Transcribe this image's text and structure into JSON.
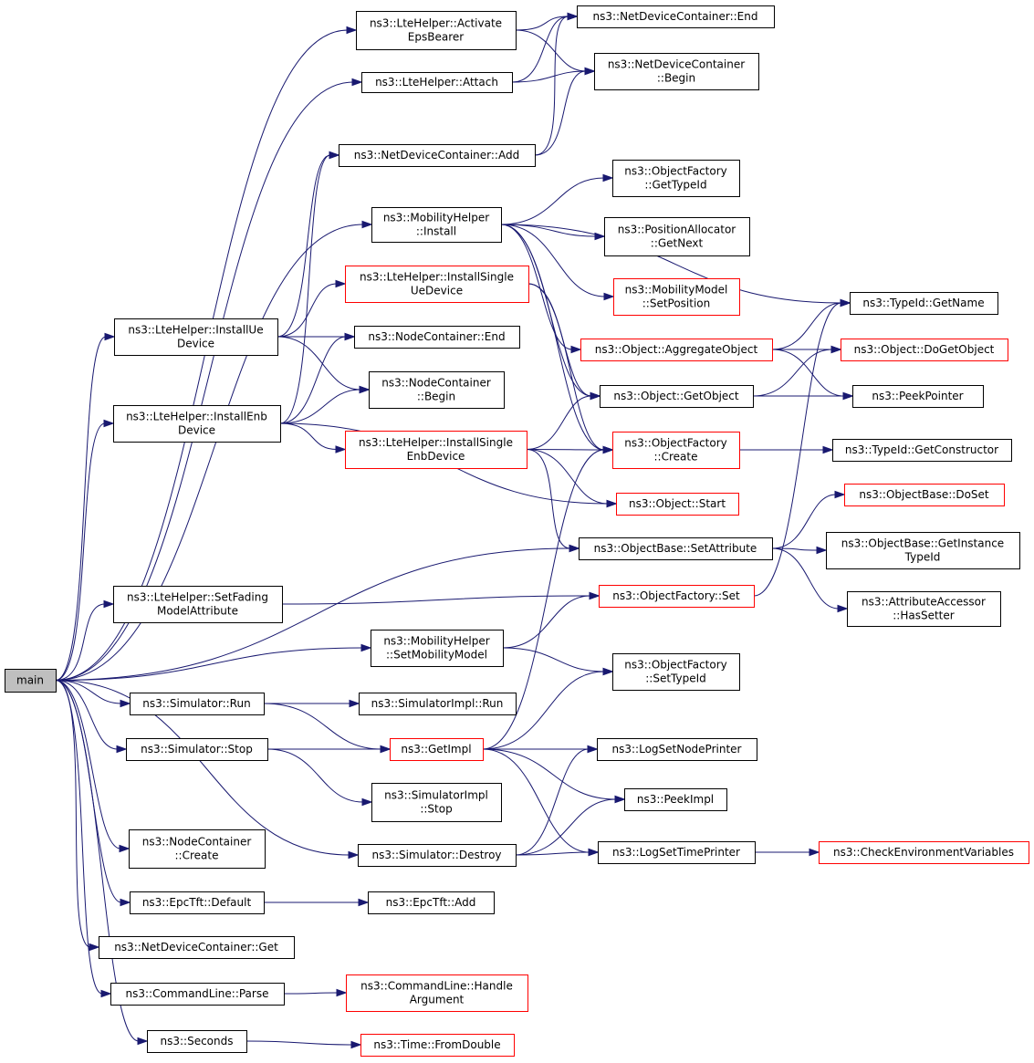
{
  "nodes": [
    {
      "id": "main",
      "lines": [
        "main"
      ],
      "style": "root"
    },
    {
      "id": "lte_activate",
      "lines": [
        "ns3::LteHelper::Activate",
        "EpsBearer"
      ],
      "style": "normal"
    },
    {
      "id": "ndc_end",
      "lines": [
        "ns3::NetDeviceContainer::End"
      ],
      "style": "normal"
    },
    {
      "id": "ndc_begin",
      "lines": [
        "ns3::NetDeviceContainer",
        "::Begin"
      ],
      "style": "normal"
    },
    {
      "id": "lte_attach",
      "lines": [
        "ns3::LteHelper::Attach"
      ],
      "style": "normal"
    },
    {
      "id": "ndc_add",
      "lines": [
        "ns3::NetDeviceContainer::Add"
      ],
      "style": "normal"
    },
    {
      "id": "of_gettypeid",
      "lines": [
        "ns3::ObjectFactory",
        "::GetTypeId"
      ],
      "style": "normal"
    },
    {
      "id": "mob_install",
      "lines": [
        "ns3::MobilityHelper",
        "::Install"
      ],
      "style": "normal"
    },
    {
      "id": "pa_getnext",
      "lines": [
        "ns3::PositionAllocator",
        "::GetNext"
      ],
      "style": "normal"
    },
    {
      "id": "lte_single_ue",
      "lines": [
        "ns3::LteHelper::InstallSingle",
        "UeDevice"
      ],
      "style": "red"
    },
    {
      "id": "mm_setpos",
      "lines": [
        "ns3::MobilityModel",
        "::SetPosition"
      ],
      "style": "red"
    },
    {
      "id": "typeid_getname",
      "lines": [
        "ns3::TypeId::GetName"
      ],
      "style": "normal"
    },
    {
      "id": "lte_ue",
      "lines": [
        "ns3::LteHelper::InstallUe",
        "Device"
      ],
      "style": "normal"
    },
    {
      "id": "nc_end",
      "lines": [
        "ns3::NodeContainer::End"
      ],
      "style": "normal"
    },
    {
      "id": "obj_aggregate",
      "lines": [
        "ns3::Object::AggregateObject"
      ],
      "style": "red"
    },
    {
      "id": "obj_dogetobject",
      "lines": [
        "ns3::Object::DoGetObject"
      ],
      "style": "red"
    },
    {
      "id": "nc_begin",
      "lines": [
        "ns3::NodeContainer",
        "::Begin"
      ],
      "style": "normal"
    },
    {
      "id": "obj_getobject",
      "lines": [
        "ns3::Object::GetObject"
      ],
      "style": "normal"
    },
    {
      "id": "peekpointer",
      "lines": [
        "ns3::PeekPointer"
      ],
      "style": "normal"
    },
    {
      "id": "lte_enb",
      "lines": [
        "ns3::LteHelper::InstallEnb",
        "Device"
      ],
      "style": "normal"
    },
    {
      "id": "lte_single_enb",
      "lines": [
        "ns3::LteHelper::InstallSingle",
        "EnbDevice"
      ],
      "style": "red"
    },
    {
      "id": "of_create",
      "lines": [
        "ns3::ObjectFactory",
        "::Create"
      ],
      "style": "red"
    },
    {
      "id": "typeid_getctor",
      "lines": [
        "ns3::TypeId::GetConstructor"
      ],
      "style": "normal"
    },
    {
      "id": "obj_start",
      "lines": [
        "ns3::Object::Start"
      ],
      "style": "red"
    },
    {
      "id": "ob_doset",
      "lines": [
        "ns3::ObjectBase::DoSet"
      ],
      "style": "red"
    },
    {
      "id": "ob_setattr",
      "lines": [
        "ns3::ObjectBase::SetAttribute"
      ],
      "style": "normal"
    },
    {
      "id": "ob_getinst",
      "lines": [
        "ns3::ObjectBase::GetInstance",
        "TypeId"
      ],
      "style": "normal"
    },
    {
      "id": "lte_fading",
      "lines": [
        "ns3::LteHelper::SetFading",
        "ModelAttribute"
      ],
      "style": "normal"
    },
    {
      "id": "of_set",
      "lines": [
        "ns3::ObjectFactory::Set"
      ],
      "style": "red"
    },
    {
      "id": "aa_hassetter",
      "lines": [
        "ns3::AttributeAccessor",
        "::HasSetter"
      ],
      "style": "normal"
    },
    {
      "id": "mob_setmodel",
      "lines": [
        "ns3::MobilityHelper",
        "::SetMobilityModel"
      ],
      "style": "normal"
    },
    {
      "id": "of_settypeid",
      "lines": [
        "ns3::ObjectFactory",
        "::SetTypeId"
      ],
      "style": "normal"
    },
    {
      "id": "sim_run",
      "lines": [
        "ns3::Simulator::Run"
      ],
      "style": "normal"
    },
    {
      "id": "simimpl_run",
      "lines": [
        "ns3::SimulatorImpl::Run"
      ],
      "style": "normal"
    },
    {
      "id": "sim_stop",
      "lines": [
        "ns3::Simulator::Stop"
      ],
      "style": "normal"
    },
    {
      "id": "getimpl",
      "lines": [
        "ns3::GetImpl"
      ],
      "style": "red"
    },
    {
      "id": "logsetnode",
      "lines": [
        "ns3::LogSetNodePrinter"
      ],
      "style": "normal"
    },
    {
      "id": "simimpl_stop",
      "lines": [
        "ns3::SimulatorImpl",
        "::Stop"
      ],
      "style": "normal"
    },
    {
      "id": "peekimpl",
      "lines": [
        "ns3::PeekImpl"
      ],
      "style": "normal"
    },
    {
      "id": "nc_create",
      "lines": [
        "ns3::NodeContainer",
        "::Create"
      ],
      "style": "normal"
    },
    {
      "id": "sim_destroy",
      "lines": [
        "ns3::Simulator::Destroy"
      ],
      "style": "normal"
    },
    {
      "id": "logsettime",
      "lines": [
        "ns3::LogSetTimePrinter"
      ],
      "style": "normal"
    },
    {
      "id": "checkenv",
      "lines": [
        "ns3::CheckEnvironmentVariables"
      ],
      "style": "red"
    },
    {
      "id": "epctft_default",
      "lines": [
        "ns3::EpcTft::Default"
      ],
      "style": "normal"
    },
    {
      "id": "epctft_add",
      "lines": [
        "ns3::EpcTft::Add"
      ],
      "style": "normal"
    },
    {
      "id": "ndc_get",
      "lines": [
        "ns3::NetDeviceContainer::Get"
      ],
      "style": "normal"
    },
    {
      "id": "cl_parse",
      "lines": [
        "ns3::CommandLine::Parse"
      ],
      "style": "normal"
    },
    {
      "id": "cl_handle",
      "lines": [
        "ns3::CommandLine::Handle",
        "Argument"
      ],
      "style": "red"
    },
    {
      "id": "seconds",
      "lines": [
        "ns3::Seconds"
      ],
      "style": "normal"
    },
    {
      "id": "time_fromdouble",
      "lines": [
        "ns3::Time::FromDouble"
      ],
      "style": "red"
    }
  ],
  "edges": [
    [
      "main",
      "lte_activate"
    ],
    [
      "main",
      "lte_attach"
    ],
    [
      "main",
      "lte_ue"
    ],
    [
      "main",
      "mob_install"
    ],
    [
      "main",
      "lte_enb"
    ],
    [
      "main",
      "ob_setattr"
    ],
    [
      "main",
      "lte_fading"
    ],
    [
      "main",
      "mob_setmodel"
    ],
    [
      "main",
      "sim_run"
    ],
    [
      "main",
      "sim_stop"
    ],
    [
      "main",
      "sim_destroy"
    ],
    [
      "main",
      "nc_create"
    ],
    [
      "main",
      "epctft_default"
    ],
    [
      "main",
      "ndc_get"
    ],
    [
      "main",
      "cl_parse"
    ],
    [
      "main",
      "seconds"
    ],
    [
      "lte_activate",
      "ndc_end"
    ],
    [
      "lte_activate",
      "ndc_begin"
    ],
    [
      "lte_attach",
      "ndc_end"
    ],
    [
      "lte_attach",
      "ndc_begin"
    ],
    [
      "ndc_add",
      "ndc_end"
    ],
    [
      "ndc_add",
      "ndc_begin"
    ],
    [
      "mob_install",
      "typeid_getname"
    ],
    [
      "mob_install",
      "of_gettypeid"
    ],
    [
      "mob_install",
      "pa_getnext"
    ],
    [
      "mob_install",
      "mm_setpos"
    ],
    [
      "mob_install",
      "obj_aggregate"
    ],
    [
      "mob_install",
      "obj_getobject"
    ],
    [
      "mob_install",
      "of_create"
    ],
    [
      "lte_ue",
      "ndc_add"
    ],
    [
      "lte_ue",
      "lte_single_ue"
    ],
    [
      "lte_ue",
      "nc_end"
    ],
    [
      "lte_ue",
      "nc_begin"
    ],
    [
      "lte_single_ue",
      "obj_getobject"
    ],
    [
      "lte_single_ue",
      "of_create"
    ],
    [
      "lte_enb",
      "ndc_add"
    ],
    [
      "lte_enb",
      "nc_end"
    ],
    [
      "lte_enb",
      "nc_begin"
    ],
    [
      "lte_enb",
      "lte_single_enb"
    ],
    [
      "lte_enb",
      "obj_start"
    ],
    [
      "lte_single_enb",
      "obj_getobject"
    ],
    [
      "lte_single_enb",
      "of_create"
    ],
    [
      "lte_single_enb",
      "obj_start"
    ],
    [
      "lte_single_enb",
      "ob_setattr"
    ],
    [
      "obj_aggregate",
      "typeid_getname"
    ],
    [
      "obj_aggregate",
      "obj_dogetobject"
    ],
    [
      "obj_aggregate",
      "peekpointer"
    ],
    [
      "obj_getobject",
      "obj_dogetobject"
    ],
    [
      "obj_getobject",
      "peekpointer"
    ],
    [
      "of_create",
      "typeid_getctor"
    ],
    [
      "ob_setattr",
      "ob_doset"
    ],
    [
      "ob_setattr",
      "ob_getinst"
    ],
    [
      "ob_setattr",
      "aa_hassetter"
    ],
    [
      "lte_fading",
      "of_set"
    ],
    [
      "of_set",
      "typeid_getname"
    ],
    [
      "mob_setmodel",
      "of_set"
    ],
    [
      "mob_setmodel",
      "of_settypeid"
    ],
    [
      "sim_run",
      "simimpl_run"
    ],
    [
      "sim_run",
      "getimpl"
    ],
    [
      "sim_stop",
      "getimpl"
    ],
    [
      "sim_stop",
      "simimpl_stop"
    ],
    [
      "getimpl",
      "of_create"
    ],
    [
      "getimpl",
      "of_settypeid"
    ],
    [
      "getimpl",
      "logsetnode"
    ],
    [
      "getimpl",
      "peekimpl"
    ],
    [
      "getimpl",
      "logsettime"
    ],
    [
      "sim_destroy",
      "logsetnode"
    ],
    [
      "sim_destroy",
      "peekimpl"
    ],
    [
      "sim_destroy",
      "logsettime"
    ],
    [
      "logsettime",
      "checkenv"
    ],
    [
      "epctft_default",
      "epctft_add"
    ],
    [
      "cl_parse",
      "cl_handle"
    ],
    [
      "seconds",
      "time_fromdouble"
    ]
  ]
}
